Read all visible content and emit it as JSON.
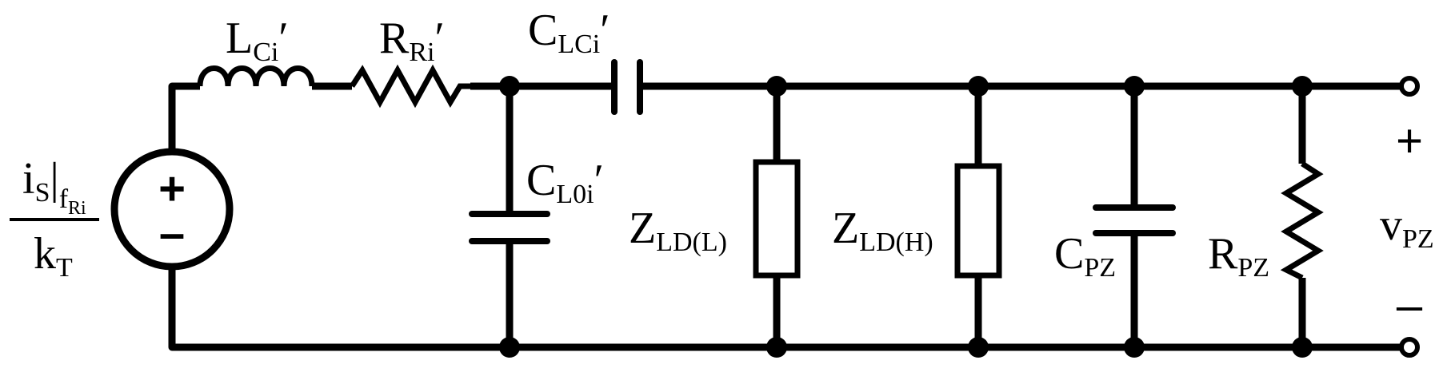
{
  "diagram": {
    "source": {
      "numerator_main": "i",
      "numerator_sub": "S",
      "numerator_bar": "|",
      "eval_sub_main": "f",
      "eval_sub_sub": "Ri",
      "denominator_main": "k",
      "denominator_sub": "T",
      "plus_sign": "+",
      "minus_sign": "–"
    },
    "components": {
      "L_Ci": {
        "main": "L",
        "sub": "Ci",
        "prime": "′"
      },
      "R_Ri": {
        "main": "R",
        "sub": "Ri",
        "prime": "′"
      },
      "C_LCi": {
        "main": "C",
        "sub": "LCi",
        "prime": "′"
      },
      "C_L0i": {
        "main": "C",
        "sub": "L0i",
        "prime": "′"
      },
      "Z_LDL": {
        "main": "Z",
        "sub": "LD(L)"
      },
      "Z_LDH": {
        "main": "Z",
        "sub": "LD(H)"
      },
      "C_PZ": {
        "main": "C",
        "sub": "PZ"
      },
      "R_PZ": {
        "main": "R",
        "sub": "PZ"
      }
    },
    "output": {
      "main": "v",
      "sub": "PZ",
      "plus": "+",
      "minus": "–"
    }
  }
}
